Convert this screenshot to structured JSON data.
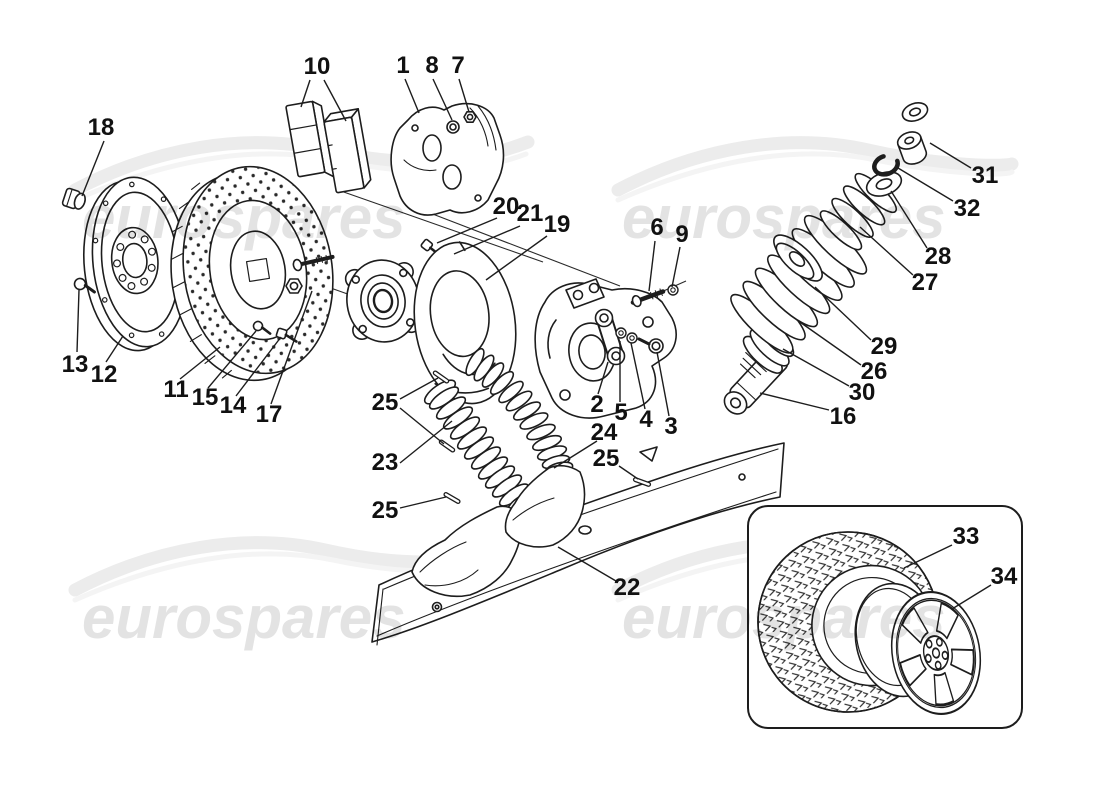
{
  "watermark": {
    "text": "eurospares",
    "color": "#c7c7c7",
    "instances": 4
  },
  "diagram": {
    "background": "#ffffff",
    "line_color": "#1d1d1d",
    "label_color": "#111111",
    "type": "exploded-parts-diagram",
    "subject": "brake disc, caliper, hub, suspension shock absorber, brake cooling ducts, undertray and wheel"
  },
  "callouts": [
    {
      "label": "10"
    },
    {
      "label": "1"
    },
    {
      "label": "8"
    },
    {
      "label": "7"
    },
    {
      "label": "18"
    },
    {
      "label": "31"
    },
    {
      "label": "32"
    },
    {
      "label": "28"
    },
    {
      "label": "27"
    },
    {
      "label": "20"
    },
    {
      "label": "21"
    },
    {
      "label": "19"
    },
    {
      "label": "6"
    },
    {
      "label": "9"
    },
    {
      "label": "29"
    },
    {
      "label": "26"
    },
    {
      "label": "30"
    },
    {
      "label": "16"
    },
    {
      "label": "13"
    },
    {
      "label": "12"
    },
    {
      "label": "11"
    },
    {
      "label": "15"
    },
    {
      "label": "14"
    },
    {
      "label": "17"
    },
    {
      "label": "2"
    },
    {
      "label": "5"
    },
    {
      "label": "4"
    },
    {
      "label": "3"
    },
    {
      "label": "25"
    },
    {
      "label": "24"
    },
    {
      "label": "25"
    },
    {
      "label": "23"
    },
    {
      "label": "25"
    },
    {
      "label": "22"
    },
    {
      "label": "33"
    },
    {
      "label": "34"
    }
  ]
}
